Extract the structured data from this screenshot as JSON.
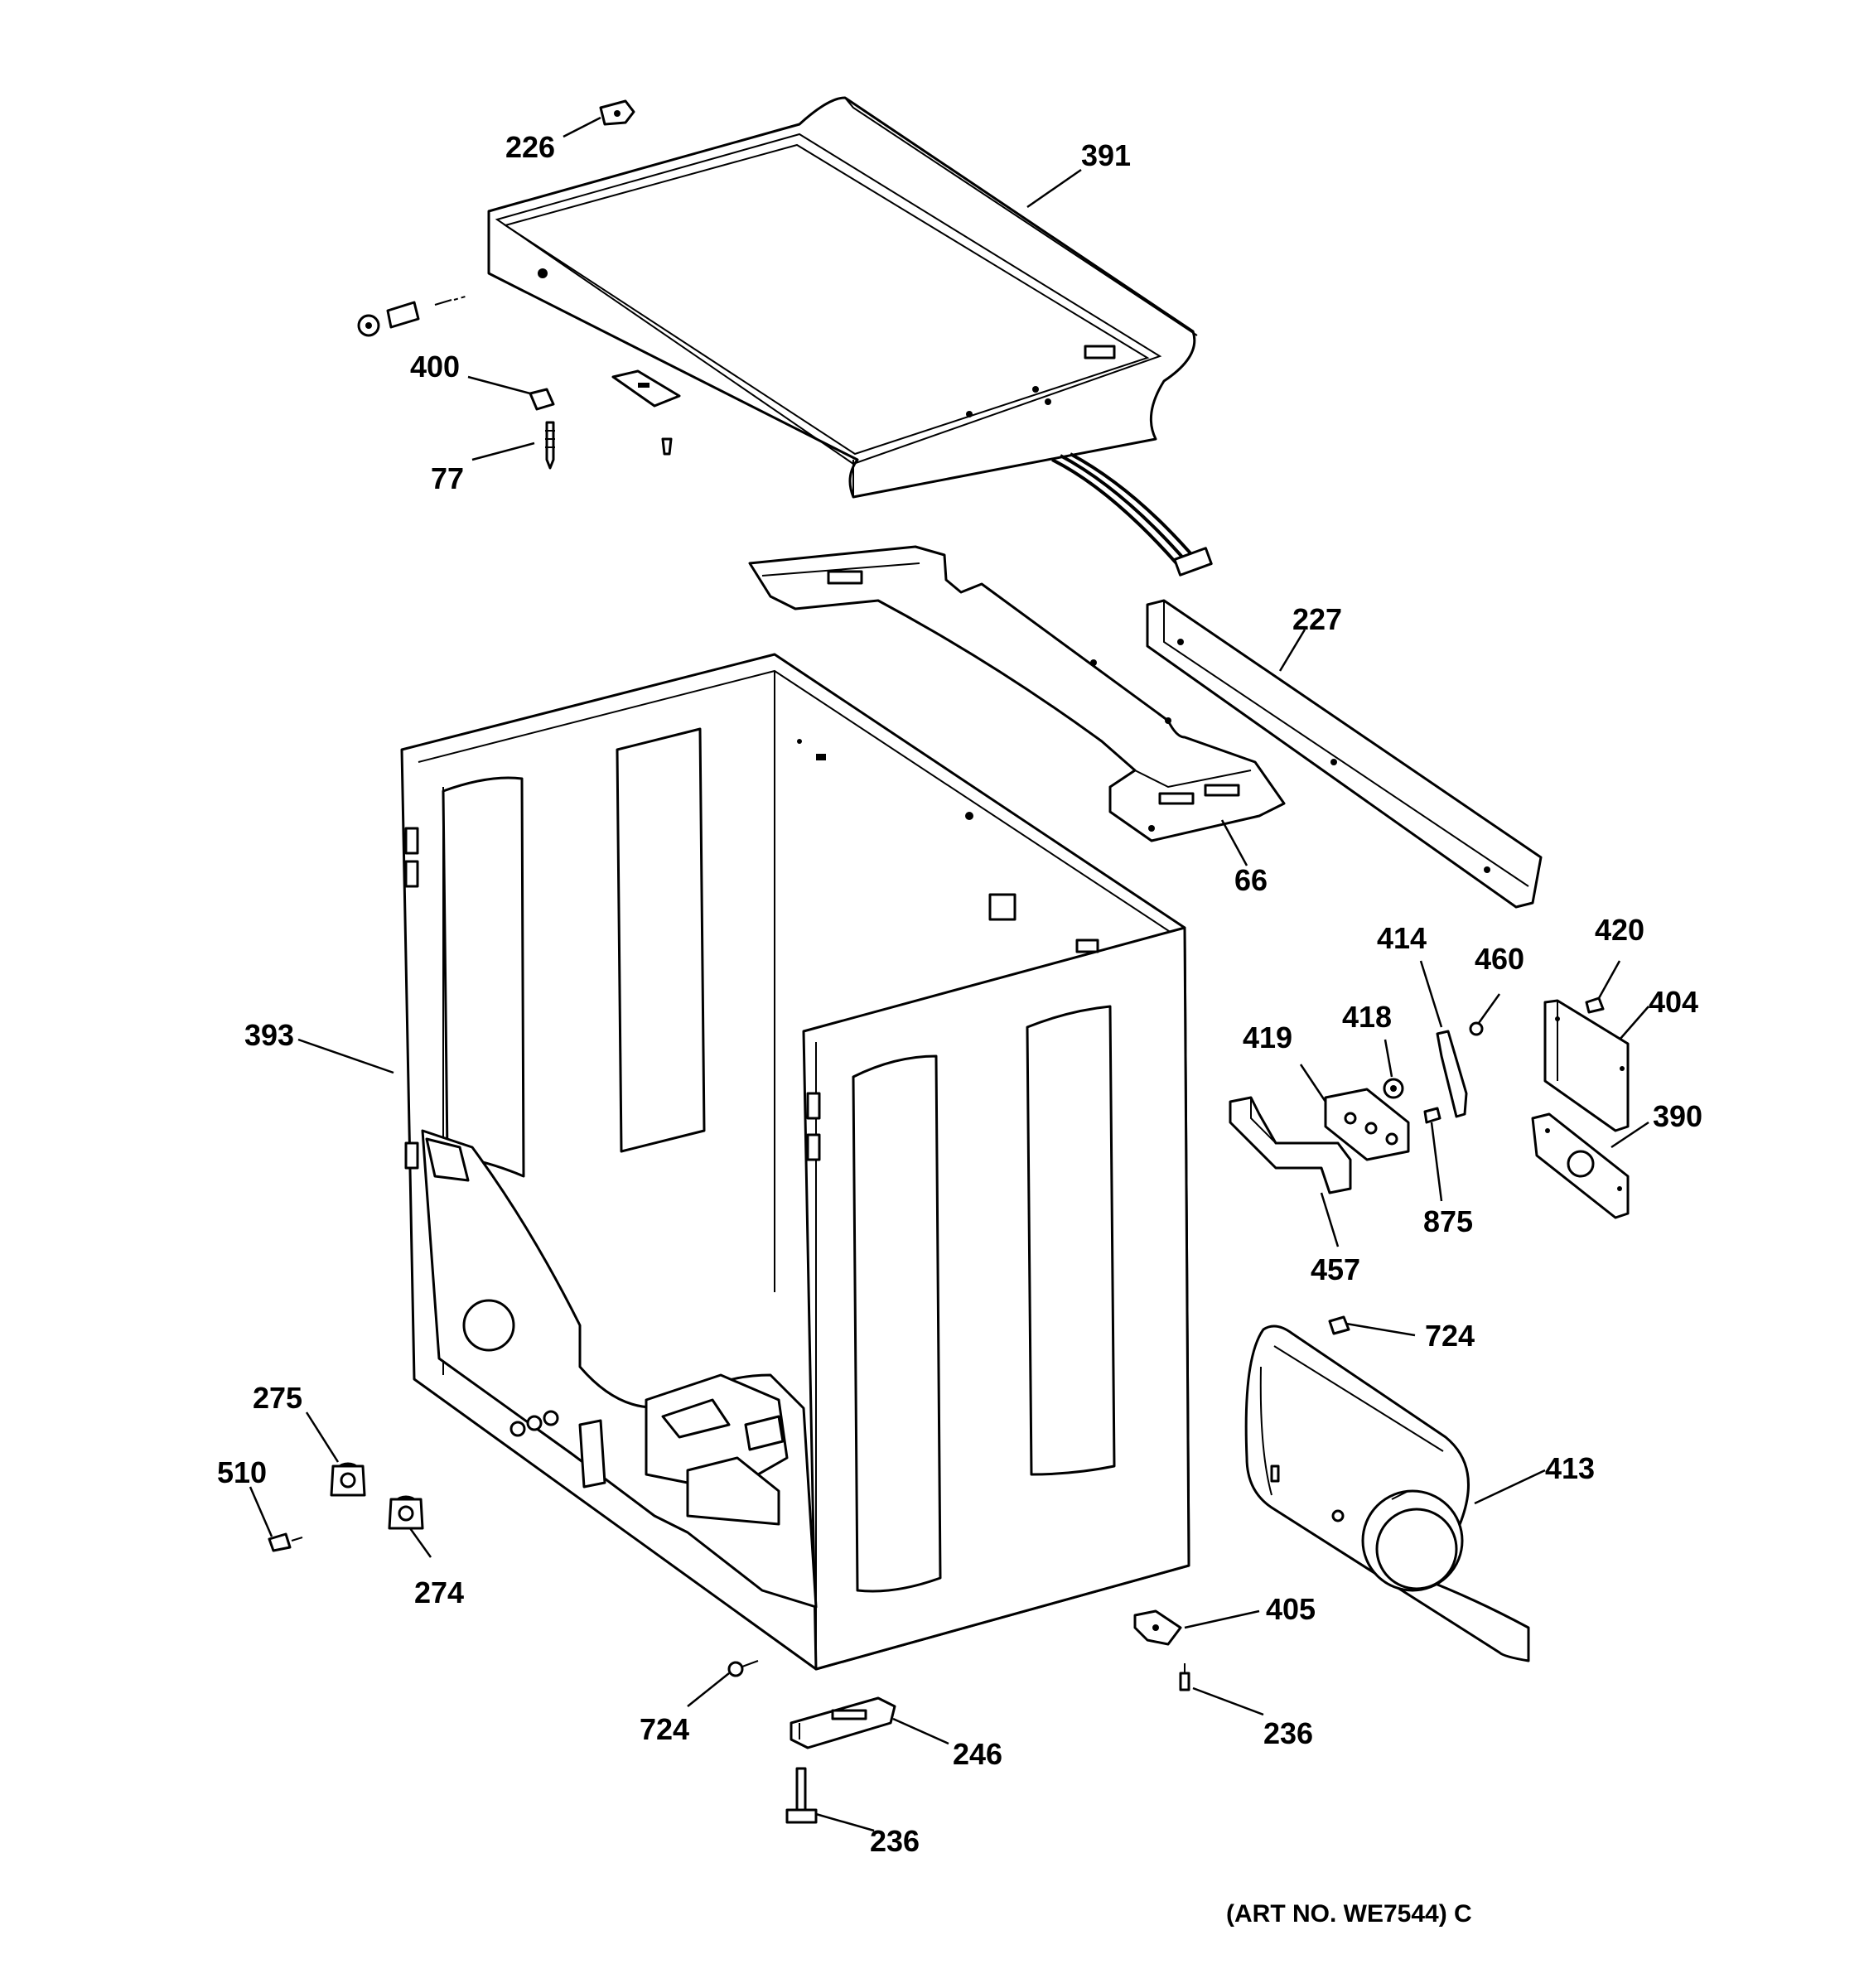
{
  "labels": {
    "l226": "226",
    "l391": "391",
    "l400": "400",
    "l77": "77",
    "l227": "227",
    "l66": "66",
    "l393": "393",
    "l414": "414",
    "l460": "460",
    "l420": "420",
    "l404": "404",
    "l418": "418",
    "l419": "419",
    "l390": "390",
    "l875": "875",
    "l457": "457",
    "l724a": "724",
    "l413": "413",
    "l275": "275",
    "l510": "510",
    "l274": "274",
    "l405": "405",
    "l724b": "724",
    "l236a": "236",
    "l246": "246",
    "l236b": "236"
  },
  "footer": {
    "art_no": "(ART NO. WE7544) C"
  }
}
